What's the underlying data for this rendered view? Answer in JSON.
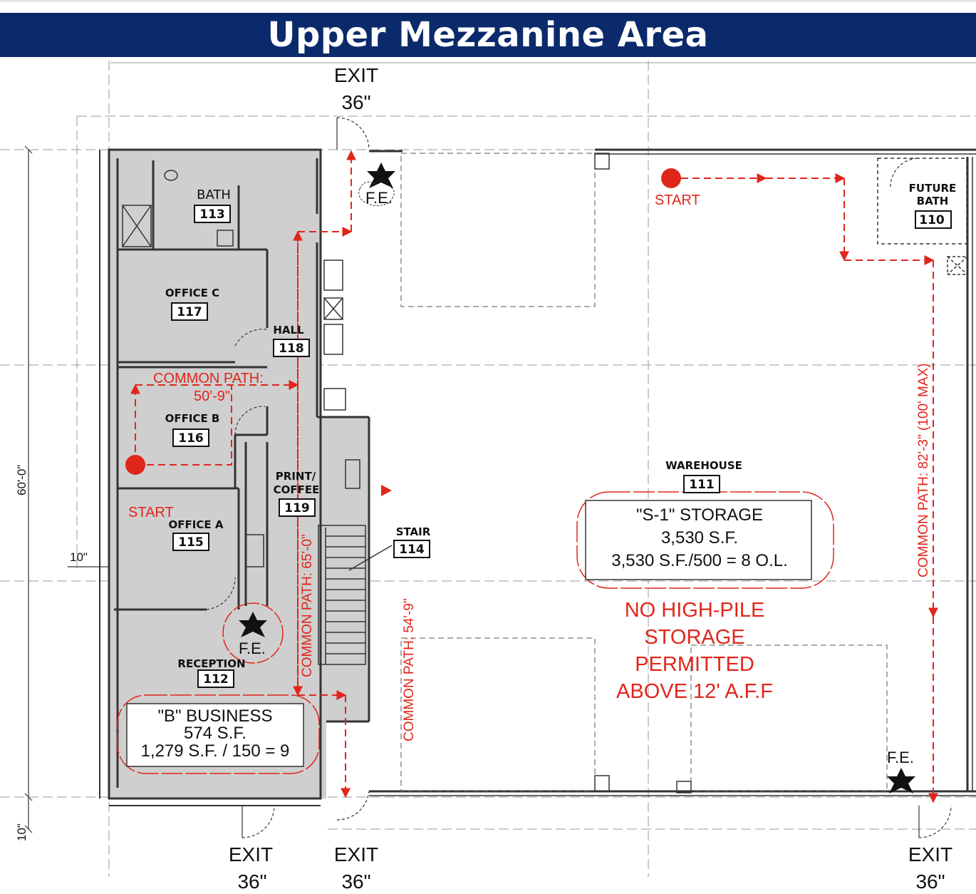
{
  "title": "Upper Mezzanine Area",
  "colors": {
    "banner": "#0a2a6b",
    "egress": "#e0261b",
    "wall": "#333333",
    "shade": "#cfcfcf"
  },
  "rooms": {
    "bath": {
      "name": "BATH",
      "number": "113"
    },
    "office_c": {
      "name": "OFFICE  C",
      "number": "117"
    },
    "hall": {
      "name": "HALL",
      "number": "118"
    },
    "office_b": {
      "name": "OFFICE  B",
      "number": "116"
    },
    "print_line1": "PRINT/",
    "print_line2": "COFFEE",
    "print_number": "119",
    "office_a": {
      "name": "OFFICE  A",
      "number": "115"
    },
    "stair": {
      "name": "STAIR",
      "number": "114"
    },
    "reception": {
      "name": "RECEPTION",
      "number": "112"
    },
    "warehouse": {
      "name": "WAREHOUSE",
      "number": "111"
    },
    "future_bath_line1": "FUTURE",
    "future_bath_line2": "BATH",
    "future_bath_number": "110"
  },
  "exits": [
    {
      "label": "EXIT",
      "width": "36\""
    },
    {
      "label": "EXIT",
      "width": "36\""
    },
    {
      "label": "EXIT",
      "width": "36\""
    },
    {
      "label": "EXIT",
      "width": "36\""
    }
  ],
  "fire_extinguisher_label": "F.E.",
  "start_label": "START",
  "common_paths": {
    "office_label": "COMMON PATH:",
    "office_value": "50'-9\"",
    "vertical_65": "COMMON PATH: 65'-0\"",
    "vertical_54": "COMMON PATH: 54'-9\"",
    "vertical_82": "COMMON PATH: 82'-3\" (100' MAX)"
  },
  "occupancy_b": {
    "line1": "\"B\" BUSINESS",
    "line2": "574 S.F.",
    "line3": "1,279 S.F. / 150 = 9"
  },
  "occupancy_s1": {
    "line1": "\"S-1\" STORAGE",
    "line2": "3,530 S.F.",
    "line3": "3,530 S.F./500 = 8 O.L."
  },
  "note": {
    "line1": "NO HIGH-PILE",
    "line2": "STORAGE",
    "line3": "PERMITTED",
    "line4": "ABOVE 12' A.F.F"
  },
  "dimensions": {
    "height": "60'-0\"",
    "offset_10a": "10\"",
    "offset_10b": "10\""
  },
  "icons": [
    "fire-extinguisher-icon",
    "start-marker-icon",
    "arrow-icon"
  ]
}
